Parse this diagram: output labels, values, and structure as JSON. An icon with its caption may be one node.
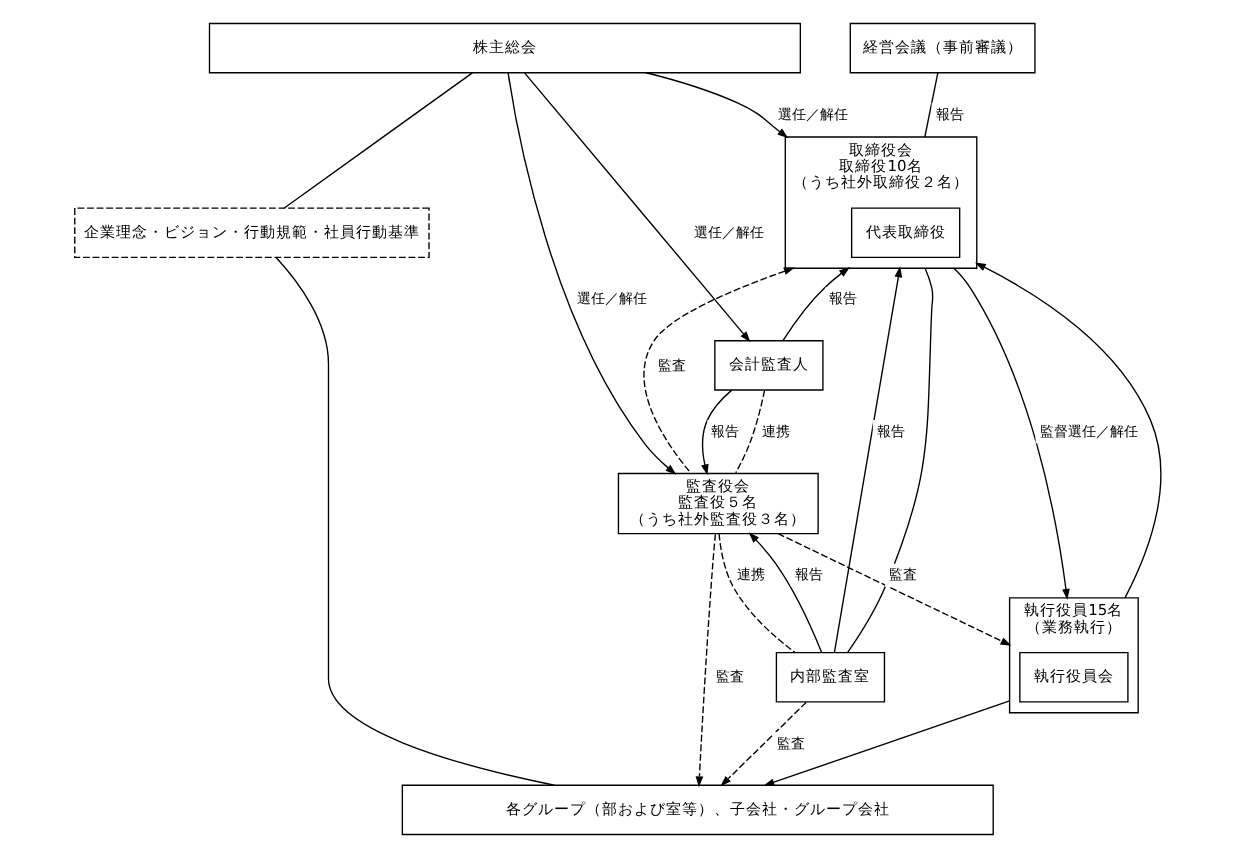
{
  "diagram": {
    "nodes": [
      {
        "text": [
          "株主総会"
        ]
      },
      {
        "text": [
          "企業理念・ビジョン・行動規範・社員行動基準"
        ]
      },
      {
        "text": [
          "取締役会",
          "取締役10名",
          "（うち社外取締役２名）"
        ]
      },
      {
        "text": [
          "代表取締役"
        ],
        "in": 2
      },
      {
        "text": [
          "経営会議（事前審議）"
        ]
      },
      {
        "text": [
          "会計監査人"
        ]
      },
      {
        "text": [
          "監査役会",
          "監査役５名",
          "（うち社外監査役３名）"
        ]
      },
      {
        "text": [
          "内部監査室"
        ]
      },
      {
        "text": [
          "執行役員15名",
          "（業務執行）"
        ]
      },
      {
        "text": [
          "執行役員会"
        ],
        "in": 8
      },
      {
        "text": [
          "各グループ（部および室等）、子会社・グループ会社"
        ]
      }
    ],
    "edges": [
      {
        "from": 0,
        "to": 2,
        "arrow": "to",
        "label": "選任／解任"
      },
      {
        "from": 0,
        "to": 6,
        "arrow": "to",
        "label": "選任／解任"
      },
      {
        "from": 0,
        "to": 5,
        "arrow": "to",
        "label": "選任／解任"
      },
      {
        "from": 0,
        "to": 1,
        "arrow": "none"
      },
      {
        "from": 1,
        "to": 10,
        "arrow": "none"
      },
      {
        "from": 5,
        "to": 2,
        "arrow": "to",
        "label": "報告"
      },
      {
        "from": 5,
        "to": 6,
        "arrow": "to",
        "label": "報告"
      },
      {
        "from": 5,
        "to": 6,
        "arrow": "none",
        "label": "連携",
        "style": "dashed"
      },
      {
        "from": 6,
        "to": 2,
        "arrow": "to",
        "label": "監査",
        "style": "dashed"
      },
      {
        "from": 6,
        "to": 7,
        "arrow": "none",
        "label": "連携",
        "style": "dashed"
      },
      {
        "from": 4,
        "to": 2,
        "arrow": "none",
        "label": "報告"
      },
      {
        "from": 2,
        "to": 8,
        "arrow": "to",
        "label": "監督選任／解任"
      },
      {
        "from": 8,
        "to": 2,
        "arrow": "to"
      },
      {
        "from": 7,
        "to": 2,
        "arrow": "to",
        "label": "報告"
      },
      {
        "from": 2,
        "to": 7,
        "arrow": "none"
      },
      {
        "from": 7,
        "to": 6,
        "arrow": "to",
        "label": "報告"
      },
      {
        "from": 7,
        "to": 10,
        "arrow": "to",
        "label": "監査",
        "style": "dashed"
      },
      {
        "from": 6,
        "to": 8,
        "arrow": "to",
        "label": "監査",
        "style": "dashed"
      },
      {
        "from": 6,
        "to": 10,
        "arrow": "to",
        "label": "監査",
        "style": "dashed"
      },
      {
        "from": 8,
        "to": 10,
        "arrow": "to"
      }
    ]
  }
}
